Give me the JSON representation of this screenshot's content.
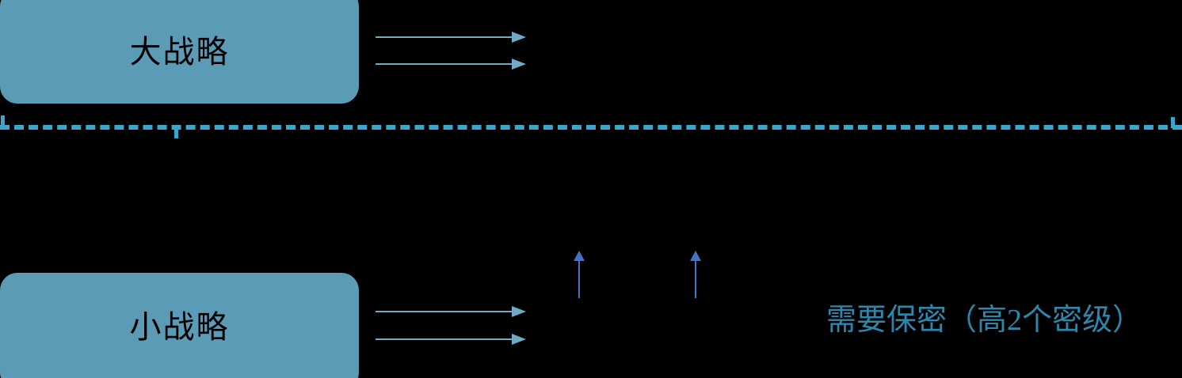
{
  "diagram": {
    "background_color": "#000000",
    "boxes": [
      {
        "id": "grand-strategy",
        "label": "大战略",
        "fill_color": "#5b9bb5",
        "text_color": "#000000"
      },
      {
        "id": "small-strategy",
        "label": "小战略",
        "fill_color": "#5b9bb5",
        "text_color": "#000000"
      }
    ],
    "divider": {
      "style": "dashed",
      "color": "#3ba6cc",
      "ticks": 3
    },
    "horizontal_arrows": {
      "color": "#70aac4",
      "count": 4,
      "direction": "right"
    },
    "vertical_arrows": {
      "color": "#4472c4",
      "count": 2,
      "direction": "up"
    },
    "annotations": [
      {
        "id": "secrecy-note",
        "text": "需要保密（高2个密级）",
        "color": "#2e86ab"
      }
    ]
  }
}
